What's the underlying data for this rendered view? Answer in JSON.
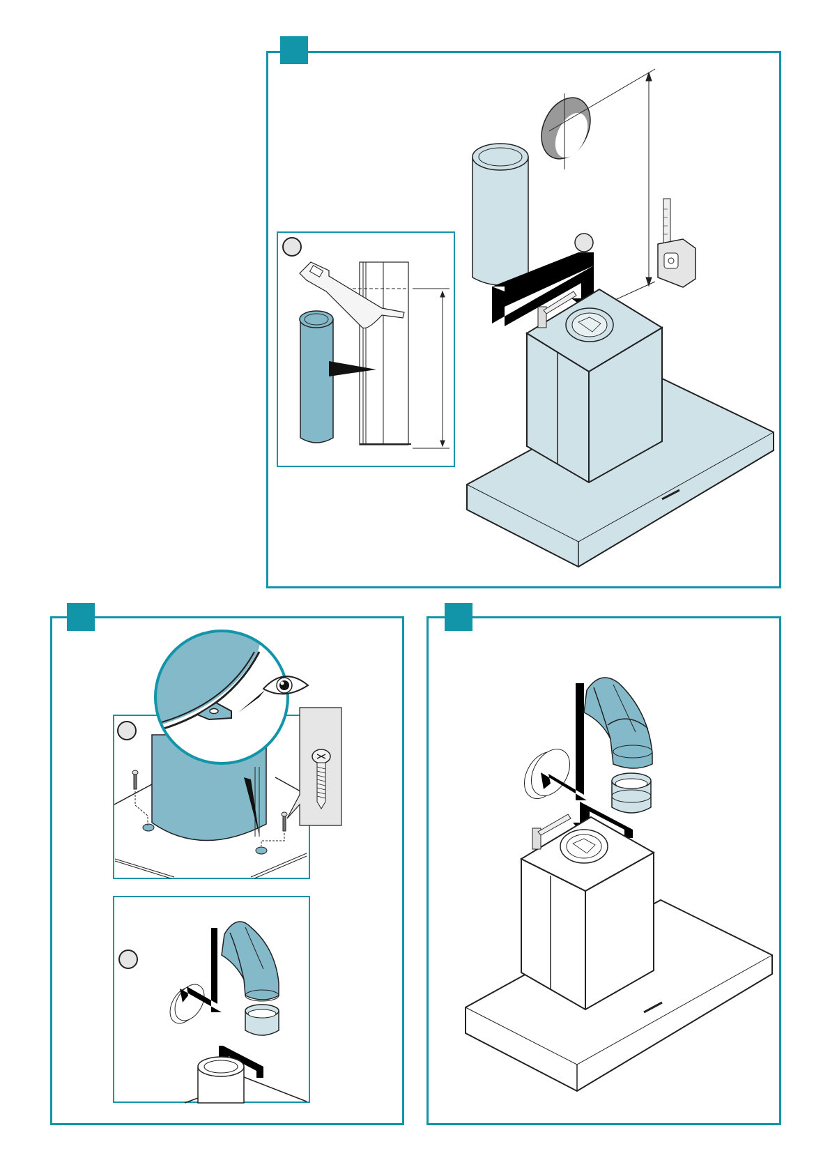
{
  "page": {
    "type": "installation-instructions",
    "colors": {
      "accent": "#1295a8",
      "part_fill_dark": "#84b9ca",
      "part_fill_light": "#cfe2e8",
      "marker_fill": "#e6e6e6",
      "arrow": "#000000",
      "hole_shade": "#999999"
    }
  },
  "steps": [
    {
      "id": "step-top",
      "badge": "",
      "illustrations": [
        "measure-distance-ceiling-to-hood",
        "cut-upper-chimney-with-hacksaw",
        "fit-upper-chimney-onto-hood"
      ],
      "markers": [
        "",
        ""
      ]
    },
    {
      "id": "step-bottom-left",
      "badge": "",
      "illustrations": [
        "fix-chimney-with-screws",
        "check-bracket-tab",
        "fit-elbow-and-connector"
      ],
      "markers": [
        "",
        ""
      ]
    },
    {
      "id": "step-bottom-right",
      "badge": "",
      "illustrations": [
        "connect-elbow-duct-to-wall-outlet",
        "fit-connector-onto-hood-outlet"
      ],
      "markers": []
    }
  ]
}
